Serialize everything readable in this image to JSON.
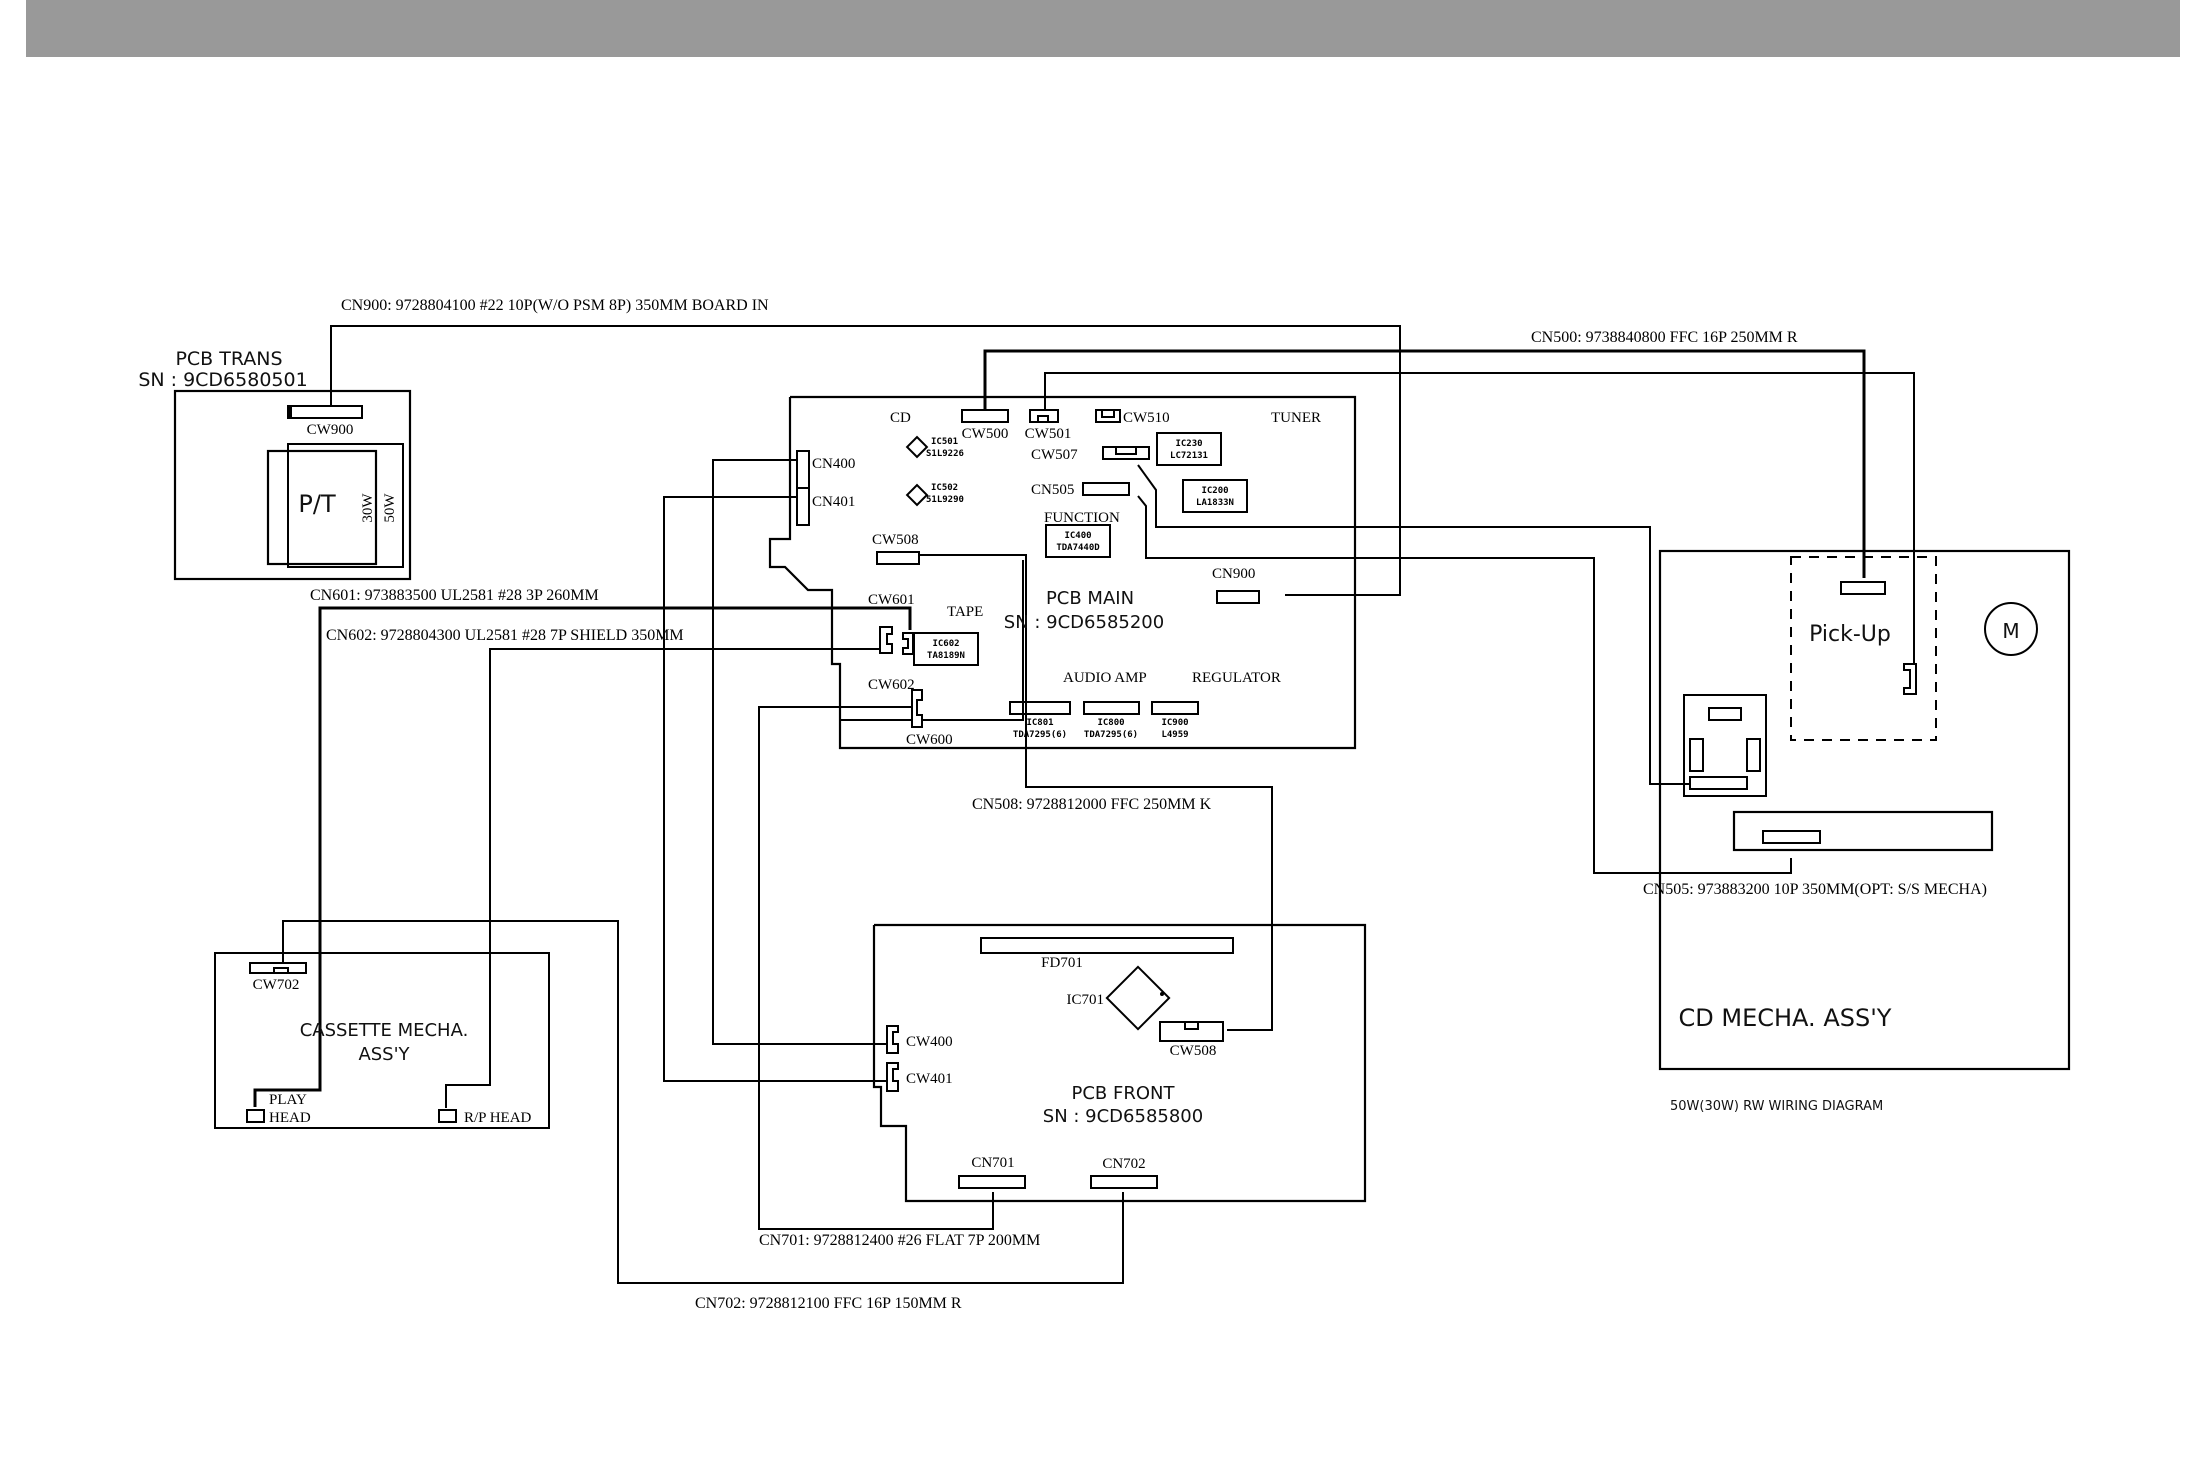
{
  "header_bar_color": "#999999",
  "caption": "50W(30W) RW WIRING DIAGRAM",
  "cables": {
    "cn900": "CN900: 9728804100 #22 10P(W/O PSM 8P) 350MM BOARD IN",
    "cn500": "CN500: 9738840800 FFC 16P 250MM R",
    "cn601": "CN601: 973883500 UL2581 #28 3P 260MM",
    "cn602": "CN602: 9728804300 UL2581 #28 7P SHIELD 350MM",
    "cn508": "CN508: 9728812000 FFC 250MM K",
    "cn505": "CN505: 973883200 10P 350MM(OPT: S/S MECHA)",
    "cn701": "CN701: 9728812400 #26 FLAT 7P 200MM",
    "cn702": "CN702: 9728812100 FFC 16P 150MM R"
  },
  "pcb_trans": {
    "title": "PCB TRANS",
    "sn": "SN : 9CD6580501",
    "connector": "CW900",
    "transformer": "P/T",
    "variant_30w": "30W",
    "variant_50w": "50W"
  },
  "pcb_main": {
    "title": "PCB MAIN",
    "sn": "SN : 9CD6585200",
    "sections": {
      "cd": "CD",
      "tuner": "TUNER",
      "function": "FUNCTION",
      "tape": "TAPE",
      "audio_amp": "AUDIO AMP",
      "regulator": "REGULATOR"
    },
    "connectors": {
      "cw500": "CW500",
      "cw501": "CW501",
      "cw510": "CW510",
      "cw507": "CW507",
      "cn505": "CN505",
      "cn400": "CN400",
      "cn401": "CN401",
      "cw508": "CW508",
      "cn900": "CN900",
      "cw601": "CW601",
      "cw602": "CW602",
      "cw600": "CW600"
    },
    "ics": [
      {
        "ref": "IC501",
        "part": "S1L9226"
      },
      {
        "ref": "IC502",
        "part": "51L9290"
      },
      {
        "ref": "IC230",
        "part": "LC72131"
      },
      {
        "ref": "IC200",
        "part": "LA1833N"
      },
      {
        "ref": "IC400",
        "part": "TDA7440D"
      },
      {
        "ref": "IC602",
        "part": "TA8189N"
      },
      {
        "ref": "IC801",
        "part": "TDA7295(6)"
      },
      {
        "ref": "IC800",
        "part": "TDA7295(6)"
      },
      {
        "ref": "IC900",
        "part": "L4959"
      }
    ]
  },
  "cd_mecha": {
    "title": "CD MECHA. ASS'Y",
    "pickup": "Pick-Up",
    "motor": "M"
  },
  "cassette_mecha": {
    "title_line1": "CASSETTE MECHA.",
    "title_line2": "ASS'Y",
    "connector": "CW702",
    "play_head_line1": "PLAY",
    "play_head_line2": "HEAD",
    "rp_head": "R/P HEAD"
  },
  "pcb_front": {
    "title": "PCB FRONT",
    "sn": "SN : 9CD6585800",
    "display": "FD701",
    "ic": "IC701",
    "connectors": {
      "cw400": "CW400",
      "cw401": "CW401",
      "cw508": "CW508",
      "cn701": "CN701",
      "cn702": "CN702"
    }
  }
}
